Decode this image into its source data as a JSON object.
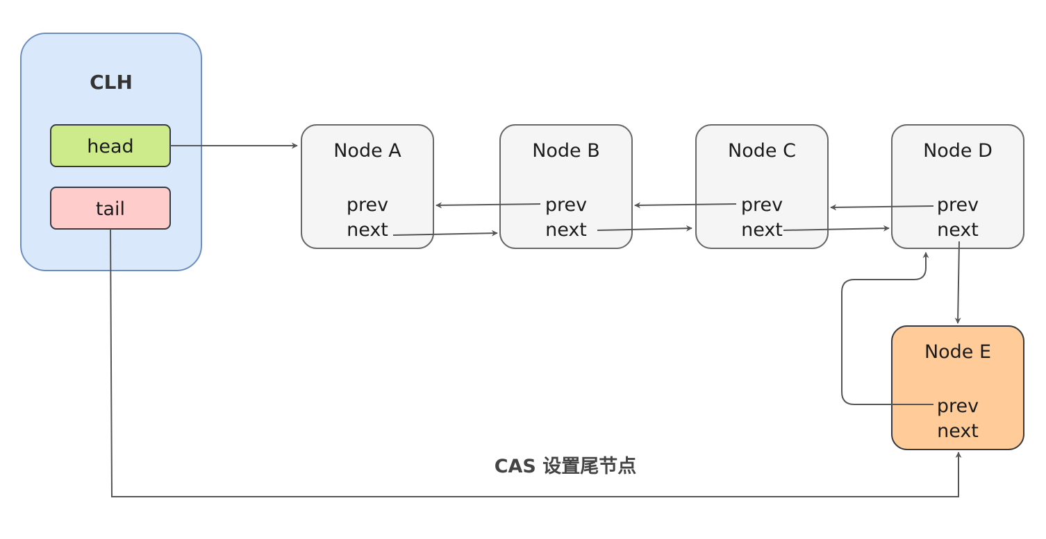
{
  "clh": {
    "title": "CLH",
    "head_label": "head",
    "tail_label": "tail"
  },
  "nodes": [
    {
      "id": "a",
      "title": "Node A",
      "prev": "prev",
      "next": "next"
    },
    {
      "id": "b",
      "title": "Node B",
      "prev": "prev",
      "next": "next"
    },
    {
      "id": "c",
      "title": "Node C",
      "prev": "prev",
      "next": "next"
    },
    {
      "id": "d",
      "title": "Node D",
      "prev": "prev",
      "next": "next"
    },
    {
      "id": "e",
      "title": "Node E",
      "prev": "prev",
      "next": "next"
    }
  ],
  "caption": "CAS 设置尾节点",
  "colors": {
    "clh_fill": "#dae8fc",
    "clh_stroke": "#6c8ebf",
    "head_fill": "#cdeb8b",
    "tail_fill": "#ffcccc",
    "node_fill": "#f5f5f5",
    "node_stroke": "#666666",
    "new_node_fill": "#ffcc99",
    "edge": "#555555"
  }
}
